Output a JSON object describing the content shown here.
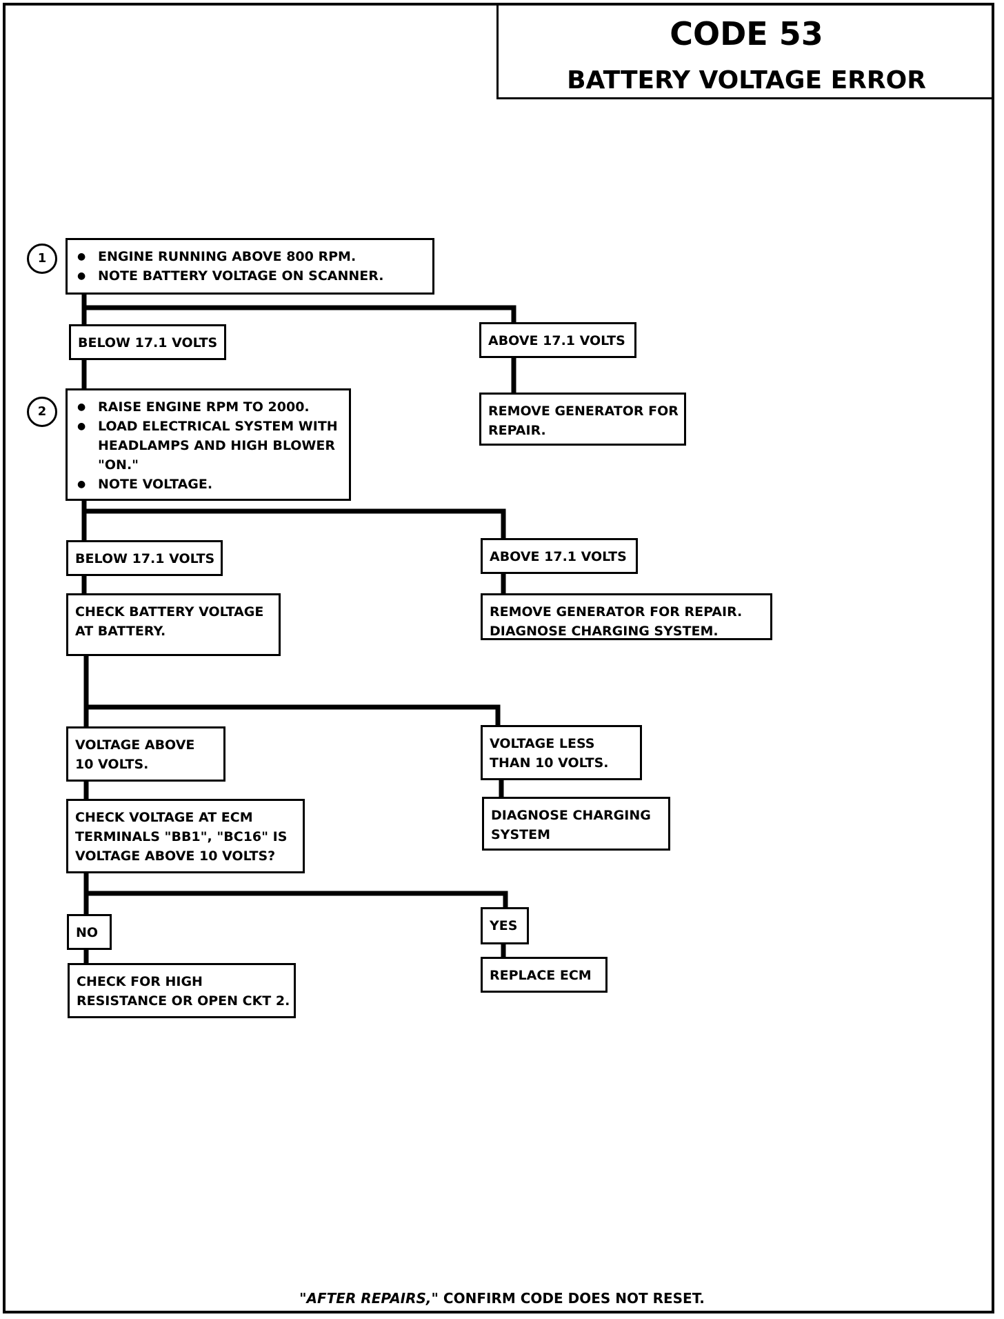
{
  "header": {
    "code": "CODE 53",
    "subtitle": "BATTERY VOLTAGE ERROR"
  },
  "steps": {
    "one": "1",
    "two": "2"
  },
  "boxes": {
    "step1": [
      "ENGINE RUNNING ABOVE 800 RPM.",
      "NOTE BATTERY VOLTAGE ON SCANNER."
    ],
    "below1": "BELOW 17.1 VOLTS",
    "above1": "ABOVE 17.1 VOLTS",
    "remove1": [
      "REMOVE GENERATOR FOR",
      "REPAIR."
    ],
    "step2": [
      "RAISE ENGINE RPM TO 2000.",
      "LOAD ELECTRICAL SYSTEM WITH HEADLAMPS AND HIGH BLOWER \"ON.\"",
      "NOTE VOLTAGE."
    ],
    "below2": "BELOW 17.1 VOLTS",
    "above2": "ABOVE 17.1 VOLTS",
    "check_battery": [
      "CHECK BATTERY VOLTAGE",
      "AT BATTERY."
    ],
    "remove2": [
      "REMOVE GENERATOR FOR REPAIR.",
      "DIAGNOSE CHARGING SYSTEM."
    ],
    "volt_above": [
      "VOLTAGE ABOVE",
      "10 VOLTS."
    ],
    "volt_less": [
      "VOLTAGE LESS",
      "THAN 10 VOLTS."
    ],
    "check_ecm": [
      "CHECK VOLTAGE AT ECM",
      "TERMINALS \"BB1\", \"BC16\" IS",
      "VOLTAGE ABOVE 10 VOLTS?"
    ],
    "diagnose": [
      "DIAGNOSE CHARGING",
      "SYSTEM"
    ],
    "no": "NO",
    "yes": "YES",
    "check_high": [
      "CHECK FOR HIGH",
      "RESISTANCE OR OPEN CKT 2."
    ],
    "replace": "REPLACE ECM"
  },
  "footer": {
    "emphasis": "\"AFTER REPAIRS,\"",
    "rest": " CONFIRM CODE DOES NOT RESET."
  }
}
